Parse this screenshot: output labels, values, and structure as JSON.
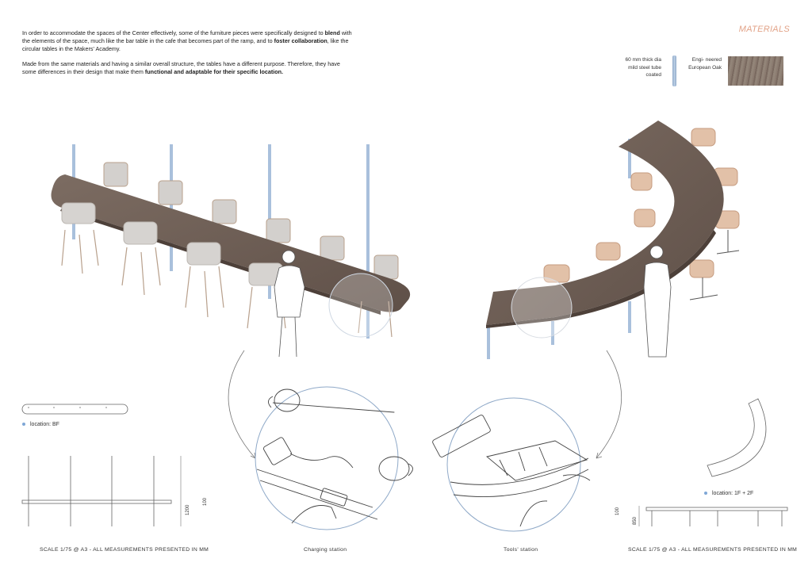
{
  "intro": {
    "p1_a": "In order to accommodate the spaces of the Center effectively, some of the furniture pieces were specifically designed to ",
    "p1_b": "blend",
    "p1_c": " with the elements of the space, much like the bar table in the cafe that becomes part of the ramp, and to ",
    "p1_d": "foster collaboration",
    "p1_e": ", like the circular tables in the Makers' Academy.",
    "p2_a": "Made from the same materials and having a similar overall structure, the tables have a different purpose. Therefore, they have some differences in their design that make them ",
    "p2_b": "functional and adaptable for their specific location."
  },
  "materials": {
    "title": "MATERIALS",
    "steel": "60 mm thick dia mild steel tube coated",
    "oak": "Engi- neered European Oak",
    "steel_color": "#a9c0dc",
    "oak_color": "#85766b"
  },
  "left": {
    "location": "location: BF",
    "dim_height": "1200",
    "dim_top": "100",
    "scale": "SCALE 1/75 @ A3 - ALL MEASUREMENTS PRESENTED IN MM"
  },
  "right": {
    "location": "location: 1F + 2F",
    "dim_top": "100",
    "dim_height": "850",
    "scale": "SCALE 1/75 @ A3 - ALL MEASUREMENTS PRESENTED IN MM"
  },
  "details": {
    "charging": "Charging station",
    "tools": "Tools' station"
  },
  "colors": {
    "wood": "#6f5e55",
    "wood_light": "#8a7a70",
    "steel": "#a9c0dc",
    "chair": "#d6d3d0",
    "chair_wood": "#d9b49a",
    "accent_dot": "#7fa7d6"
  }
}
